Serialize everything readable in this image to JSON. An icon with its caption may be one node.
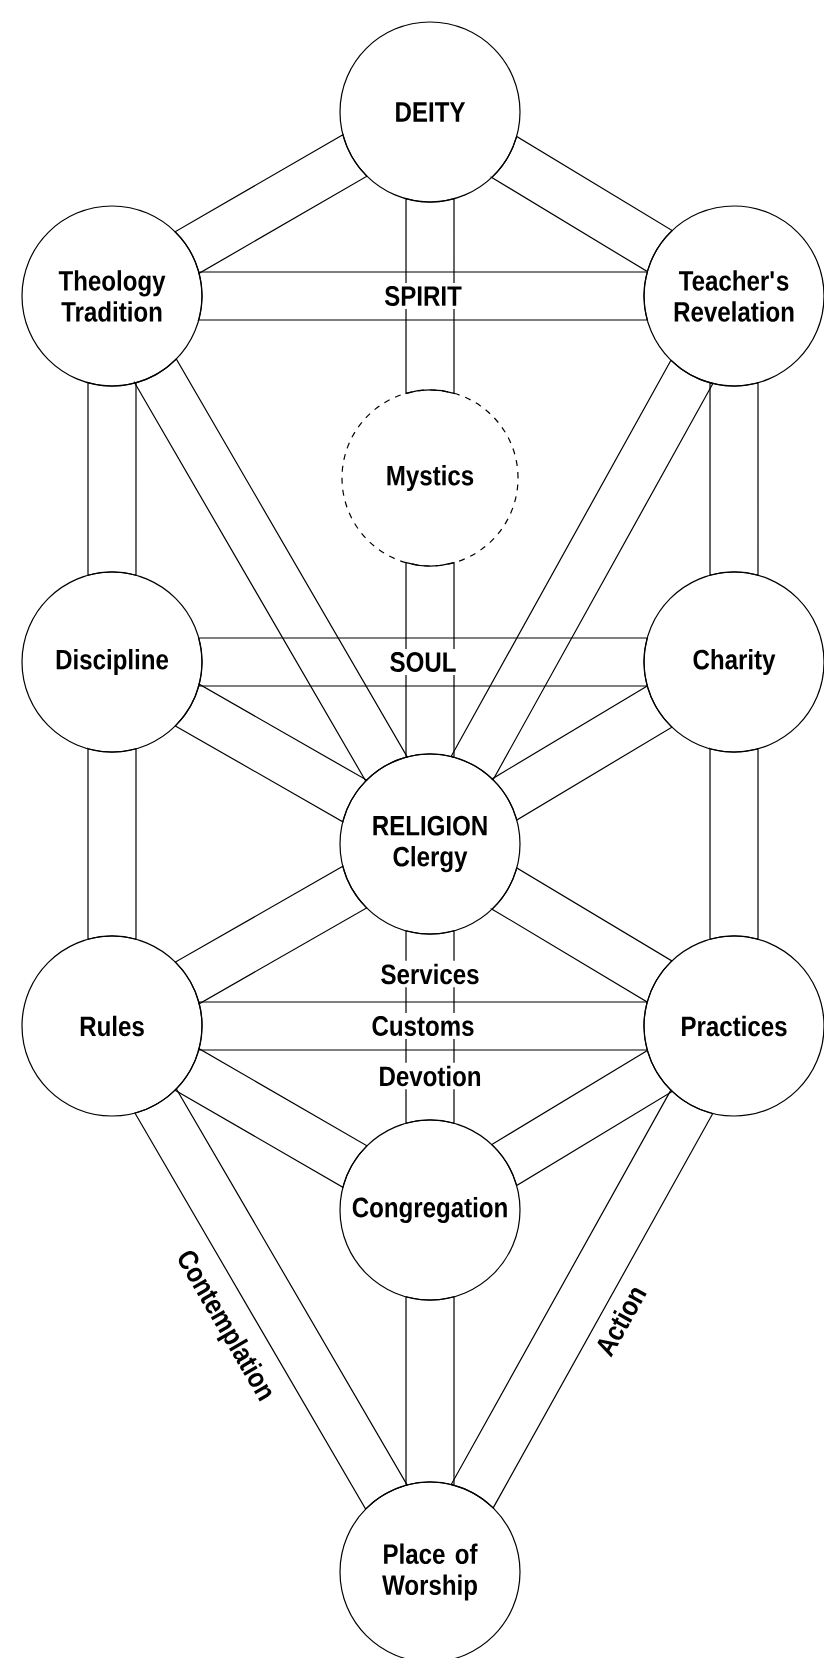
{
  "diagram": {
    "nodes": [
      {
        "text": [
          "DEITY"
        ]
      },
      {
        "text": [
          "Theology Tradition"
        ]
      },
      {
        "text": [
          "Teacher's Revelation"
        ]
      },
      {
        "text": [
          "Mystics"
        ]
      },
      {
        "text": [
          "Discipline"
        ]
      },
      {
        "text": [
          "Charity"
        ]
      },
      {
        "text": [
          "RELIGION Clergy"
        ]
      },
      {
        "text": [
          "Rules"
        ]
      },
      {
        "text": [
          "Practices"
        ]
      },
      {
        "text": [
          "Congregation"
        ]
      },
      {
        "text": [
          "Place of Worship"
        ]
      }
    ],
    "edges": [
      {
        "from": 0,
        "to": 1,
        "arrow": "none"
      },
      {
        "from": 0,
        "to": 2,
        "arrow": "none"
      },
      {
        "from": 0,
        "to": 3,
        "arrow": "none"
      },
      {
        "from": 3,
        "to": 6,
        "arrow": "none"
      },
      {
        "from": 1,
        "to": 2,
        "arrow": "none",
        "label": "SPIRIT"
      },
      {
        "from": 1,
        "to": 4,
        "arrow": "none"
      },
      {
        "from": 1,
        "to": 6,
        "arrow": "none"
      },
      {
        "from": 2,
        "to": 5,
        "arrow": "none"
      },
      {
        "from": 2,
        "to": 6,
        "arrow": "none"
      },
      {
        "from": 4,
        "to": 5,
        "arrow": "none",
        "label": "SOUL"
      },
      {
        "from": 4,
        "to": 6,
        "arrow": "none"
      },
      {
        "from": 5,
        "to": 6,
        "arrow": "none"
      },
      {
        "from": 4,
        "to": 7,
        "arrow": "none"
      },
      {
        "from": 5,
        "to": 8,
        "arrow": "none"
      },
      {
        "from": 6,
        "to": 7,
        "arrow": "none"
      },
      {
        "from": 6,
        "to": 8,
        "arrow": "none"
      },
      {
        "from": 6,
        "to": 9,
        "arrow": "none"
      },
      {
        "from": 7,
        "to": 8,
        "arrow": "none",
        "label": "Customs"
      },
      {
        "from": 7,
        "to": 9,
        "arrow": "none"
      },
      {
        "from": 8,
        "to": 9,
        "arrow": "none"
      },
      {
        "from": 7,
        "to": 10,
        "arrow": "none",
        "label": "Contemplation"
      },
      {
        "from": 8,
        "to": 10,
        "arrow": "none",
        "label": "Action"
      },
      {
        "from": 9,
        "to": 10,
        "arrow": "none"
      }
    ],
    "labels": [
      "Services",
      "Devotion"
    ]
  }
}
